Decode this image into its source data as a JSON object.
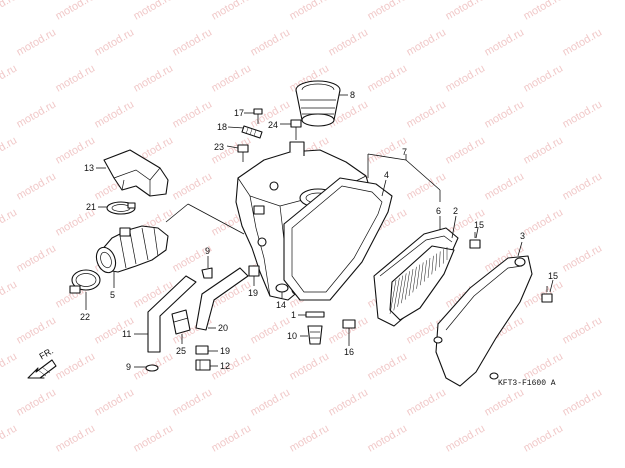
{
  "watermark": "motod.ru",
  "drawing_code": "KFT3-F1600 A",
  "direction_label": "FR.",
  "callouts": [
    {
      "id": "c1",
      "text": "1"
    },
    {
      "id": "c2",
      "text": "2"
    },
    {
      "id": "c3",
      "text": "3"
    },
    {
      "id": "c4",
      "text": "4"
    },
    {
      "id": "c5",
      "text": "5"
    },
    {
      "id": "c6",
      "text": "6"
    },
    {
      "id": "c7",
      "text": "7"
    },
    {
      "id": "c8",
      "text": "8"
    },
    {
      "id": "c9a",
      "text": "9"
    },
    {
      "id": "c9b",
      "text": "9"
    },
    {
      "id": "c10",
      "text": "10"
    },
    {
      "id": "c11",
      "text": "11"
    },
    {
      "id": "c12",
      "text": "12"
    },
    {
      "id": "c13",
      "text": "13"
    },
    {
      "id": "c14",
      "text": "14"
    },
    {
      "id": "c15a",
      "text": "15"
    },
    {
      "id": "c15b",
      "text": "15"
    },
    {
      "id": "c16",
      "text": "16"
    },
    {
      "id": "c17",
      "text": "17"
    },
    {
      "id": "c18",
      "text": "18"
    },
    {
      "id": "c19a",
      "text": "19"
    },
    {
      "id": "c19b",
      "text": "19"
    },
    {
      "id": "c20",
      "text": "20"
    },
    {
      "id": "c21",
      "text": "21"
    },
    {
      "id": "c22",
      "text": "22"
    },
    {
      "id": "c23",
      "text": "23"
    },
    {
      "id": "c24",
      "text": "24"
    },
    {
      "id": "c25",
      "text": "25"
    }
  ]
}
